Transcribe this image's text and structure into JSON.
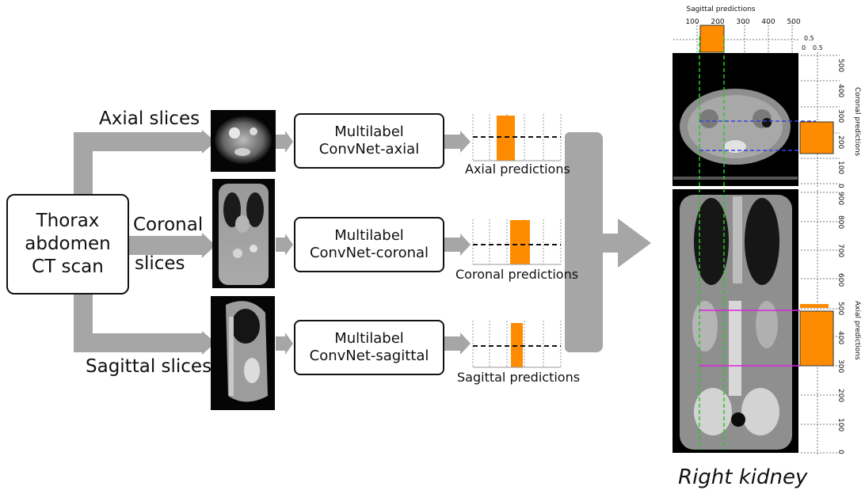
{
  "input_box": {
    "line1": "Thorax",
    "line2": "abdomen",
    "line3": "CT scan"
  },
  "slice_labels": {
    "axial": "Axial slices",
    "coronal_1": "Coronal",
    "coronal_2": "slices",
    "sagittal": "Sagittal slices"
  },
  "networks": {
    "axial": {
      "line1": "Multilabel",
      "line2": "ConvNet-axial"
    },
    "coronal": {
      "line1": "Multilabel",
      "line2": "ConvNet-coronal"
    },
    "sagittal": {
      "line1": "Multilabel",
      "line2": "ConvNet-sagittal"
    }
  },
  "prediction_labels": {
    "axial": "Axial predictions",
    "coronal": "Coronal predictions",
    "sagittal": "Sagittal predictions"
  },
  "result_panel": {
    "top_title": "Sagittal predictions",
    "top_ticks": [
      "100",
      "200",
      "300",
      "400",
      "500"
    ],
    "top_prob_ticks": [
      "0.5",
      "0",
      "0.5"
    ],
    "right_top_title": "Coronal predictions",
    "right_top_ticks": [
      "500",
      "400",
      "300",
      "200",
      "100",
      "0"
    ],
    "right_bottom_title": "Axial predictions",
    "right_bottom_ticks": [
      "900",
      "800",
      "700",
      "600",
      "500",
      "400",
      "300",
      "200",
      "100",
      "0"
    ],
    "caption": "Right kidney"
  },
  "colors": {
    "arrow": "#a6a6a6",
    "prediction_bar": "#ff8c00",
    "sagittal_line": "#22cc22",
    "coronal_line": "#3344dd",
    "axial_line": "#dd22dd"
  }
}
